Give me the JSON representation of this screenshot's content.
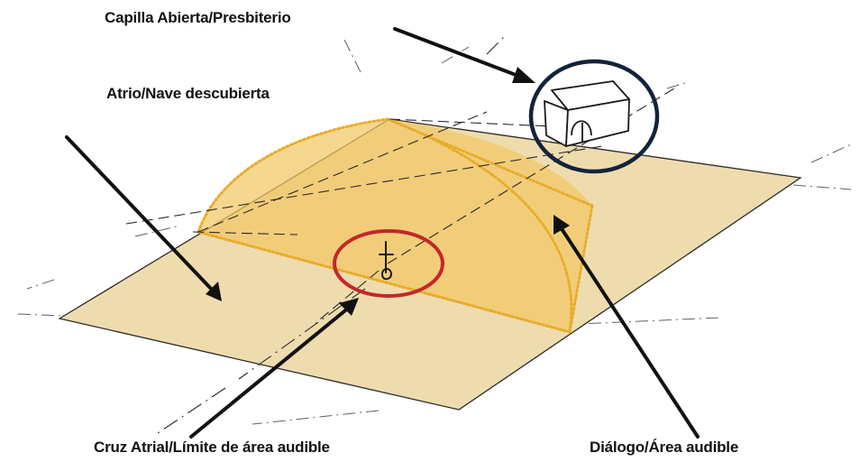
{
  "labels": {
    "capilla": "Capilla Abierta/Presbiterio",
    "atrio": "Atrio/Nave descubierta",
    "cruz": "Cruz Atrial/Límite de área audible",
    "dialogo": "Diálogo/Área audible"
  },
  "colors": {
    "atrio_fill": "#efdcae",
    "audible_fill": "#f3c765",
    "audible_dots": "#e8ac2c",
    "ink": "#1a1a1a",
    "chapel_circle": "#13233a",
    "cross_circle": "#c4262b"
  }
}
